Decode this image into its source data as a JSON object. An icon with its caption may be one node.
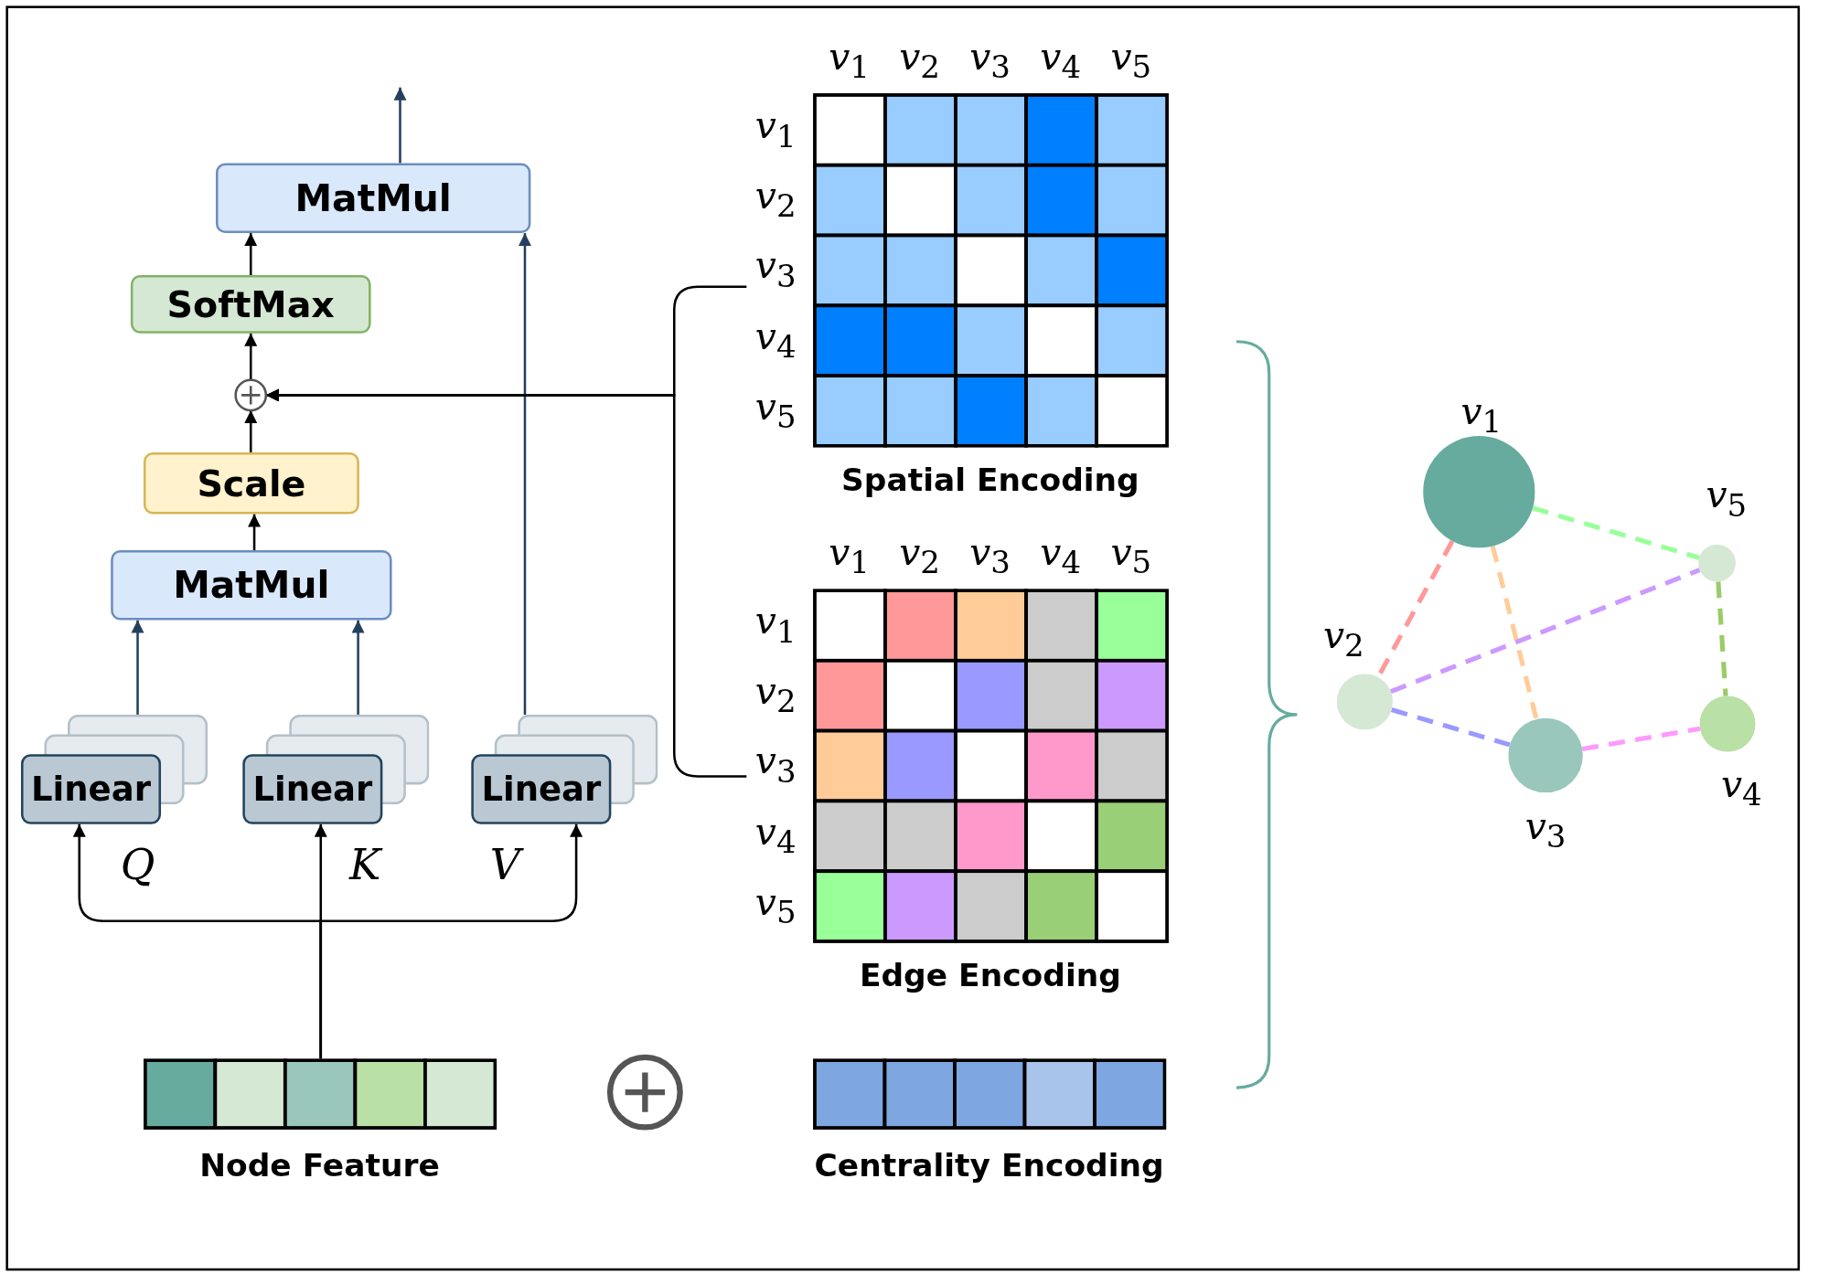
{
  "diagram": {
    "nodes": [
      {
        "text": [
          "MatMul"
        ]
      },
      {
        "text": [
          "SoftMax"
        ]
      },
      {
        "text": [],
        "shape": "circle"
      },
      {
        "text": [
          "Scale"
        ]
      },
      {
        "text": [
          "MatMul"
        ]
      },
      {
        "text": [
          "Linear"
        ]
      },
      {
        "text": [
          "Linear"
        ]
      },
      {
        "text": [
          "Linear"
        ]
      },
      {
        "text": [
          "Node Feature"
        ]
      },
      {
        "text": [
          "Spatial Encoding"
        ],
        "beside": [
          "*v*$_{1}$",
          "*v*$_{2}$",
          "*v*$_{3}$",
          "*v*$_{4}$",
          "*v*$_{5}$",
          "*v*$_{1}$",
          "*v*$_{2}$",
          "*v*$_{3}$",
          "*v*$_{4}$",
          "*v*$_{5}$"
        ]
      },
      {
        "text": [
          "Edge Encoding"
        ],
        "beside": [
          "*v*$_{1}$",
          "*v*$_{2}$",
          "*v*$_{3}$",
          "*v*$_{4}$",
          "*v*$_{5}$",
          "*v*$_{1}$",
          "*v*$_{2}$",
          "*v*$_{3}$",
          "*v*$_{4}$",
          "*v*$_{5}$"
        ]
      },
      {
        "text": [
          "Centrality Encoding"
        ]
      },
      {
        "text": [
          "*v*$_{1}$"
        ]
      },
      {
        "text": [
          "*v*$_{5}$"
        ]
      },
      {
        "text": [
          "*v*$_{2}$"
        ]
      },
      {
        "text": [
          "*v*$_{3}$"
        ]
      },
      {
        "text": [
          "*v*$_{4}$"
        ]
      }
    ],
    "edges": [
      {
        "from": 0,
        "to": null,
        "arrow": "to",
        "color": "#23405f"
      },
      {
        "from": 1,
        "to": 0,
        "arrow": "to"
      },
      {
        "from": 2,
        "to": 1,
        "arrow": "to"
      },
      {
        "from": 3,
        "to": 2,
        "arrow": "to"
      },
      {
        "from": 4,
        "to": 3,
        "arrow": "to"
      },
      {
        "from": 5,
        "to": 4,
        "arrow": "to",
        "color": "#23405f"
      },
      {
        "from": 6,
        "to": 4,
        "arrow": "to",
        "color": "#23405f"
      },
      {
        "from": 7,
        "to": 0,
        "arrow": "to",
        "color": "#23405f"
      },
      {
        "from": 8,
        "to": 5,
        "arrow": "to",
        "label": "*Q*"
      },
      {
        "from": 8,
        "to": 6,
        "arrow": "to",
        "label": "*K*"
      },
      {
        "from": 8,
        "to": 7,
        "arrow": "to",
        "label": "*V*"
      },
      {
        "from": 9,
        "to": 2,
        "arrow": "to"
      },
      {
        "from": 10,
        "to": 2,
        "arrow": "to"
      },
      {
        "from": 12,
        "to": 13,
        "arrow": "none",
        "style": "dashed",
        "color": "#99ff99"
      },
      {
        "from": 12,
        "to": 14,
        "arrow": "none",
        "style": "dashed",
        "color": "#ff9999"
      },
      {
        "from": 12,
        "to": 15,
        "arrow": "none",
        "style": "dashed",
        "color": "#ffcc99"
      },
      {
        "from": 14,
        "to": 13,
        "arrow": "none",
        "style": "dashed",
        "color": "#cc99ff"
      },
      {
        "from": 14,
        "to": 15,
        "arrow": "none",
        "style": "dashed",
        "color": "#9999ff"
      },
      {
        "from": 15,
        "to": 16,
        "arrow": "none",
        "style": "dashed",
        "color": "#ff99ff"
      },
      {
        "from": 13,
        "to": 16,
        "arrow": "none",
        "style": "dashed",
        "color": "#99cc66"
      }
    ]
  }
}
